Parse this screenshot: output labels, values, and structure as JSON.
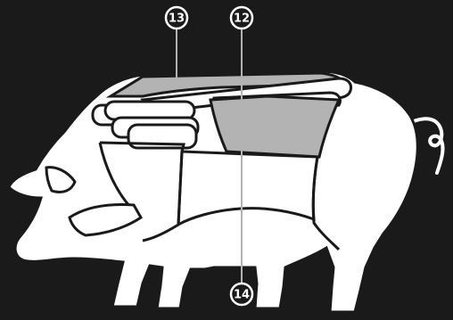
{
  "diagram": {
    "colors": {
      "background": "#1a1a1a",
      "body": "#ffffff",
      "outline": "#1a1a1a",
      "highlight": "#b3b3b3",
      "marker": "#b3b3b3"
    },
    "callouts": [
      {
        "id": "cut-13",
        "label": "13"
      },
      {
        "id": "cut-12",
        "label": "12"
      },
      {
        "id": "cut-14",
        "label": "14"
      }
    ]
  }
}
